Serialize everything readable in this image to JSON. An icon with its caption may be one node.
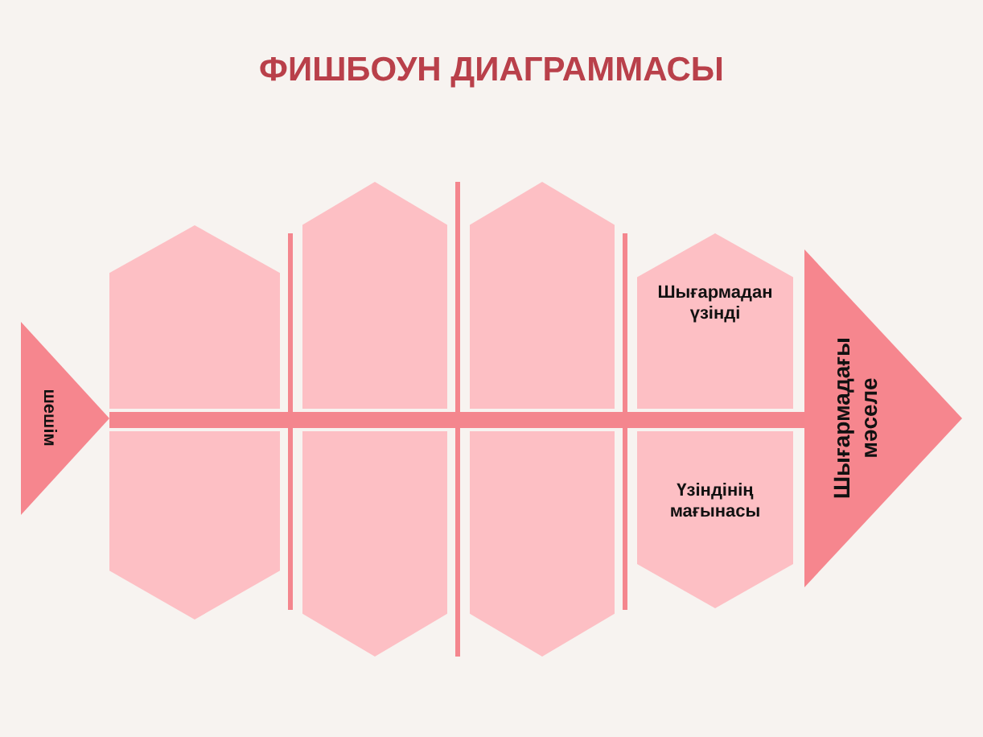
{
  "diagram": {
    "title": "ФИШБОУН ДИАГРАММАСЫ",
    "nodes": [
      {
        "text": [
          "шешім"
        ]
      },
      {
        "text": [],
        "shape": "hexagon"
      },
      {
        "text": [],
        "shape": "hexagon"
      },
      {
        "text": [],
        "shape": "hexagon"
      },
      {
        "text": [
          "Шығармадан үзінді"
        ]
      },
      {
        "text": [],
        "shape": "hexagon"
      },
      {
        "text": [],
        "shape": "hexagon"
      },
      {
        "text": [],
        "shape": "hexagon"
      },
      {
        "text": [
          "Үзіндінің мағынасы"
        ]
      },
      {
        "text": [
          "Шығармадағы мәселе"
        ]
      }
    ],
    "edges": [
      {
        "from": 0,
        "to": 9,
        "arrow": "none"
      }
    ]
  }
}
